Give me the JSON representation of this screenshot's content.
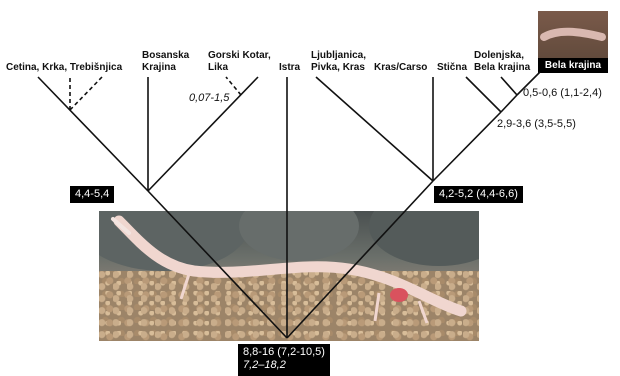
{
  "clades": [
    {
      "label": "Cetina, Krka, Trebišnjica"
    },
    {
      "label": "Bosanska\nKrajina"
    },
    {
      "label": "Gorski Kotar,\nLika"
    },
    {
      "label": "Istra"
    },
    {
      "label": "Ljubljanica,\nPivka, Kras"
    },
    {
      "label": "Kras/Carso"
    },
    {
      "label": "Stična"
    },
    {
      "label": "Dolenjska,\nBela krajina"
    }
  ],
  "inset_photo_label": "Bela krajina",
  "node_labels": {
    "gorski_kotar": "0,07-1,5",
    "left_clade": "4,4-5,4",
    "right_clade": "4,2-5,2 (4,4-6,6)",
    "stic_dolenjska": "2,9-3,6 (3,5-5,5)",
    "dolenjska_bela": "0,5-0,6 (1,1-2,4)",
    "root": "8,8-16 (7,2-10,5)",
    "root_alt": "7,2–18,2"
  },
  "colors": {
    "tree": "#111111",
    "badge_bg": "#000000",
    "badge_text": "#ffffff",
    "salamander": "#f0d6cf",
    "gills": "#d9525e"
  }
}
